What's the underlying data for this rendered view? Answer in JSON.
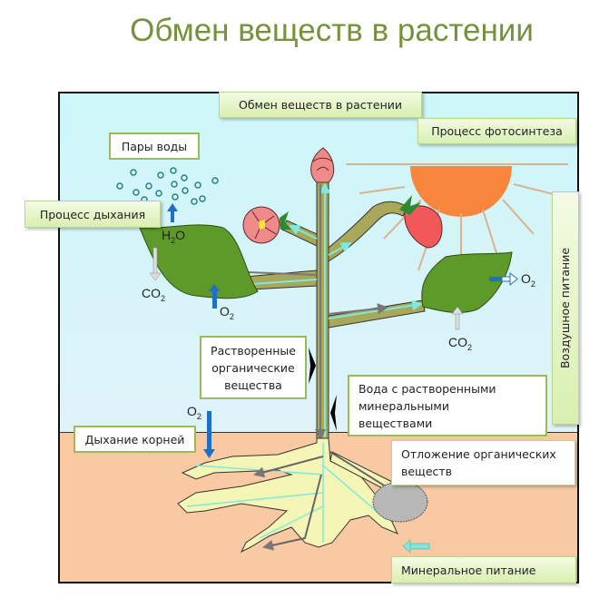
{
  "title": "Обмен веществ в растении",
  "labels": {
    "header_box": "Обмен веществ в растении",
    "photosynthesis": "Процесс фотосинтеза",
    "water_vapor": "Пары воды",
    "respiration": "Процесс дыхания",
    "air_nutrition": "Воздушное питание",
    "dissolved_organic": "Растворенные органические вещества",
    "dissolved_organic_lines": [
      "Растворенные",
      "органические",
      "вещества"
    ],
    "water_minerals_lines": [
      "Вода с растворенными",
      "минеральными",
      "веществами"
    ],
    "root_respiration": "Дыхание корней",
    "organic_deposit_lines": [
      "Отложение органических",
      "веществ"
    ],
    "mineral_nutrition": "Минеральное питание"
  },
  "chemicals": {
    "h2o": {
      "base": "H",
      "sub": "2",
      "tail": "O"
    },
    "co2": {
      "base": "CO",
      "sub": "2"
    },
    "o2": {
      "base": "O",
      "sub": "2"
    }
  },
  "colors": {
    "title": "#76923c",
    "sky": "#d2f5f8",
    "soil": "#f9c9a3",
    "leaf": "#5e9a2a",
    "stem": "#a9a75a",
    "sun": "#f7853b",
    "flower": "#f08a8a",
    "strawberry": "#f0585a",
    "arrow_blue": "#1f6fc7",
    "arrow_cyan": "#7fe9dd",
    "box_border": "#9bbb59"
  }
}
